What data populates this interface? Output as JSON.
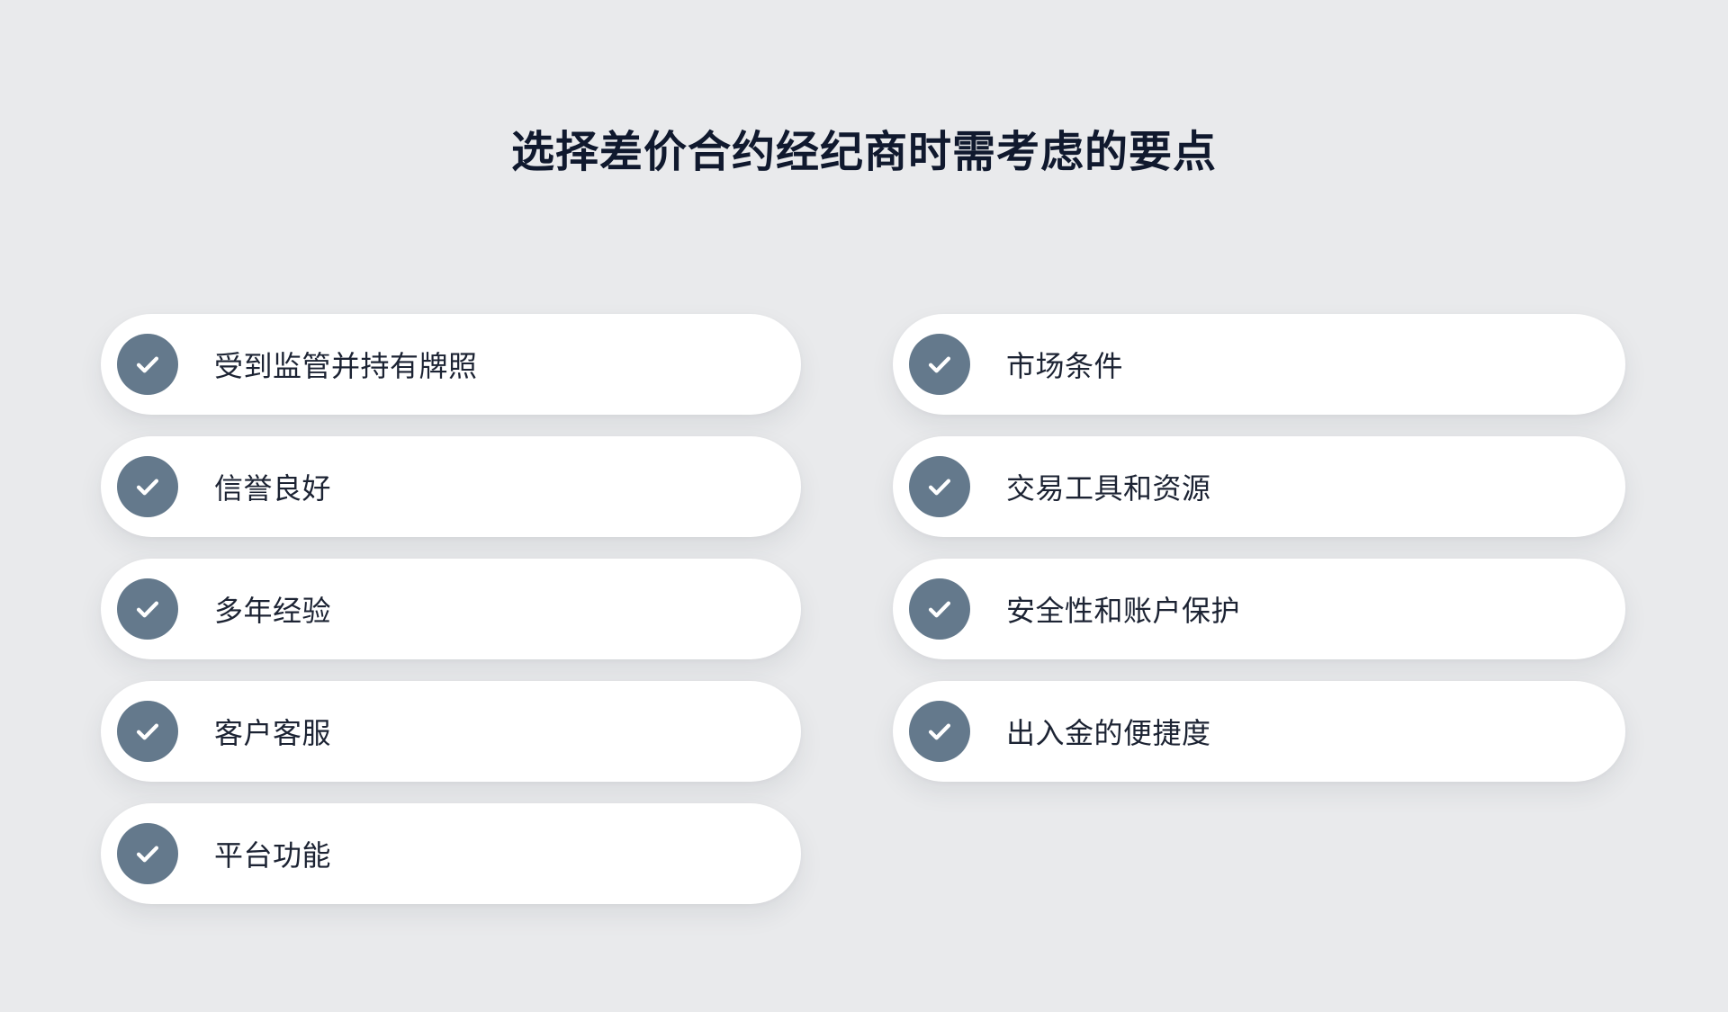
{
  "title": "选择差价合约经纪商时需考虑的要点",
  "items_left": [
    "受到监管并持有牌照",
    "信誉良好",
    "多年经验",
    "客户客服",
    "平台功能"
  ],
  "items_right": [
    "市场条件",
    "交易工具和资源",
    "安全性和账户保护",
    "出入金的便捷度"
  ],
  "icon": "check-icon",
  "colors": {
    "background": "#e9eaec",
    "card": "#ffffff",
    "icon_circle": "#64798c",
    "title_text": "#10192e",
    "item_text": "#1c2333",
    "check": "#ffffff"
  }
}
